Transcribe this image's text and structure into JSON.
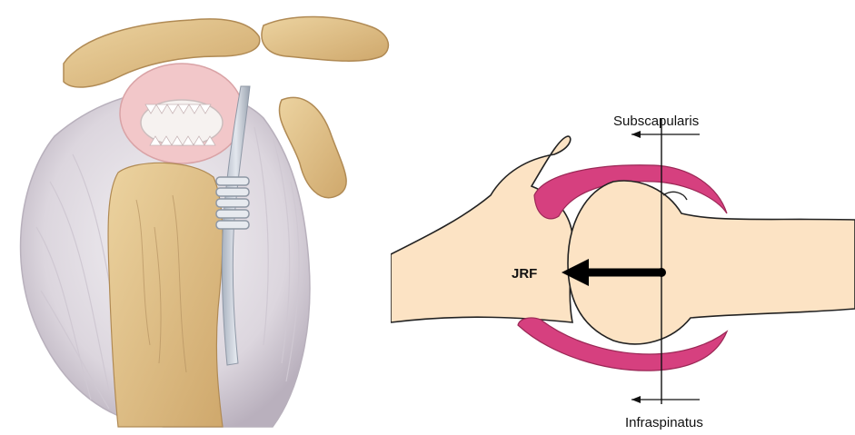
{
  "left_illustration": {
    "colors": {
      "bone": "#e8c98f",
      "bone_shadow": "#c9a56b",
      "muscle": "#e6e3e8",
      "muscle_shade": "#c9c3cf",
      "cartilage": "#f4f0f0",
      "capsule_pink": "#f2c7c9",
      "tendon": "#c9cfd8"
    }
  },
  "right_diagram": {
    "labels": {
      "top": "Subscapularis",
      "bottom": "Infraspinatus",
      "force": "JRF"
    },
    "colors": {
      "bone_fill": "#fce3c4",
      "outline": "#222222",
      "muscle_band": "#d6407f",
      "arrow": "#000000"
    }
  }
}
